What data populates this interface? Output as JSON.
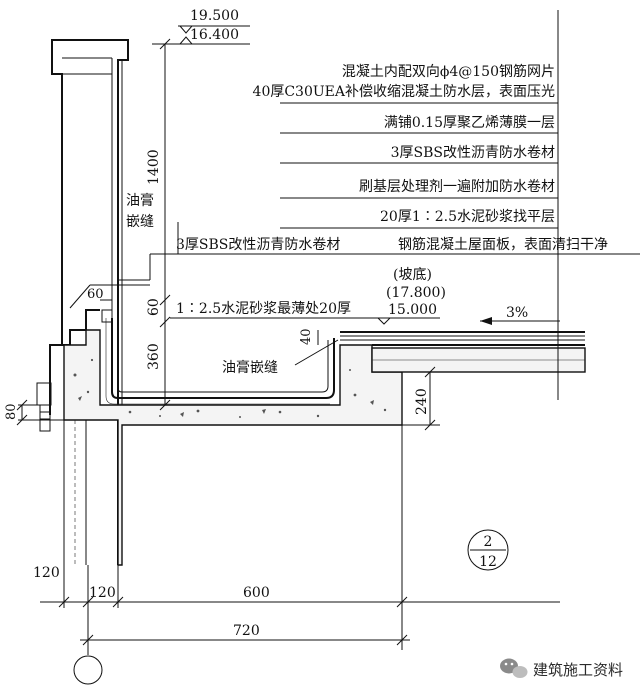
{
  "elevations": {
    "top": "19.500",
    "second": "16.400",
    "slope_bottom_label": "(坡底)",
    "slope_bottom_value": "(17.800)",
    "gutter": "15.000"
  },
  "layers": [
    "混凝土内配双向ϕ4@150钢筋网片",
    "40厚C30UEA补偿收缩混凝土防水层，表面压光",
    "满铺0.15厚聚乙烯薄膜一层",
    "3厚SBS改性沥青防水卷材",
    "刷基层处理剂一遍附加防水卷材",
    "20厚1∶2.5水泥砂浆找平层",
    "钢筋混凝土屋面板，表面清扫干净"
  ],
  "labels": {
    "sealant_vertical": [
      "油膏",
      "嵌缝"
    ],
    "sealant_gutter": "油膏嵌缝",
    "membrane_gutter": "3厚SBS改性沥青防水卷材",
    "mortar_note": "1∶2.5水泥砂浆最薄处20厚",
    "slope": "3%"
  },
  "dimensions": {
    "h1400": "1400",
    "h60_a": "60",
    "h60_b": "60",
    "h360": "360",
    "h40": "40",
    "h240": "240",
    "h80": "80",
    "b120_left": "120",
    "b120_mid": "120",
    "b600": "600",
    "b720": "720"
  },
  "detail_tag": {
    "number": "2",
    "sheet": "12"
  },
  "watermark": {
    "icon": "wechat-icon",
    "text": "建筑施工资料"
  }
}
